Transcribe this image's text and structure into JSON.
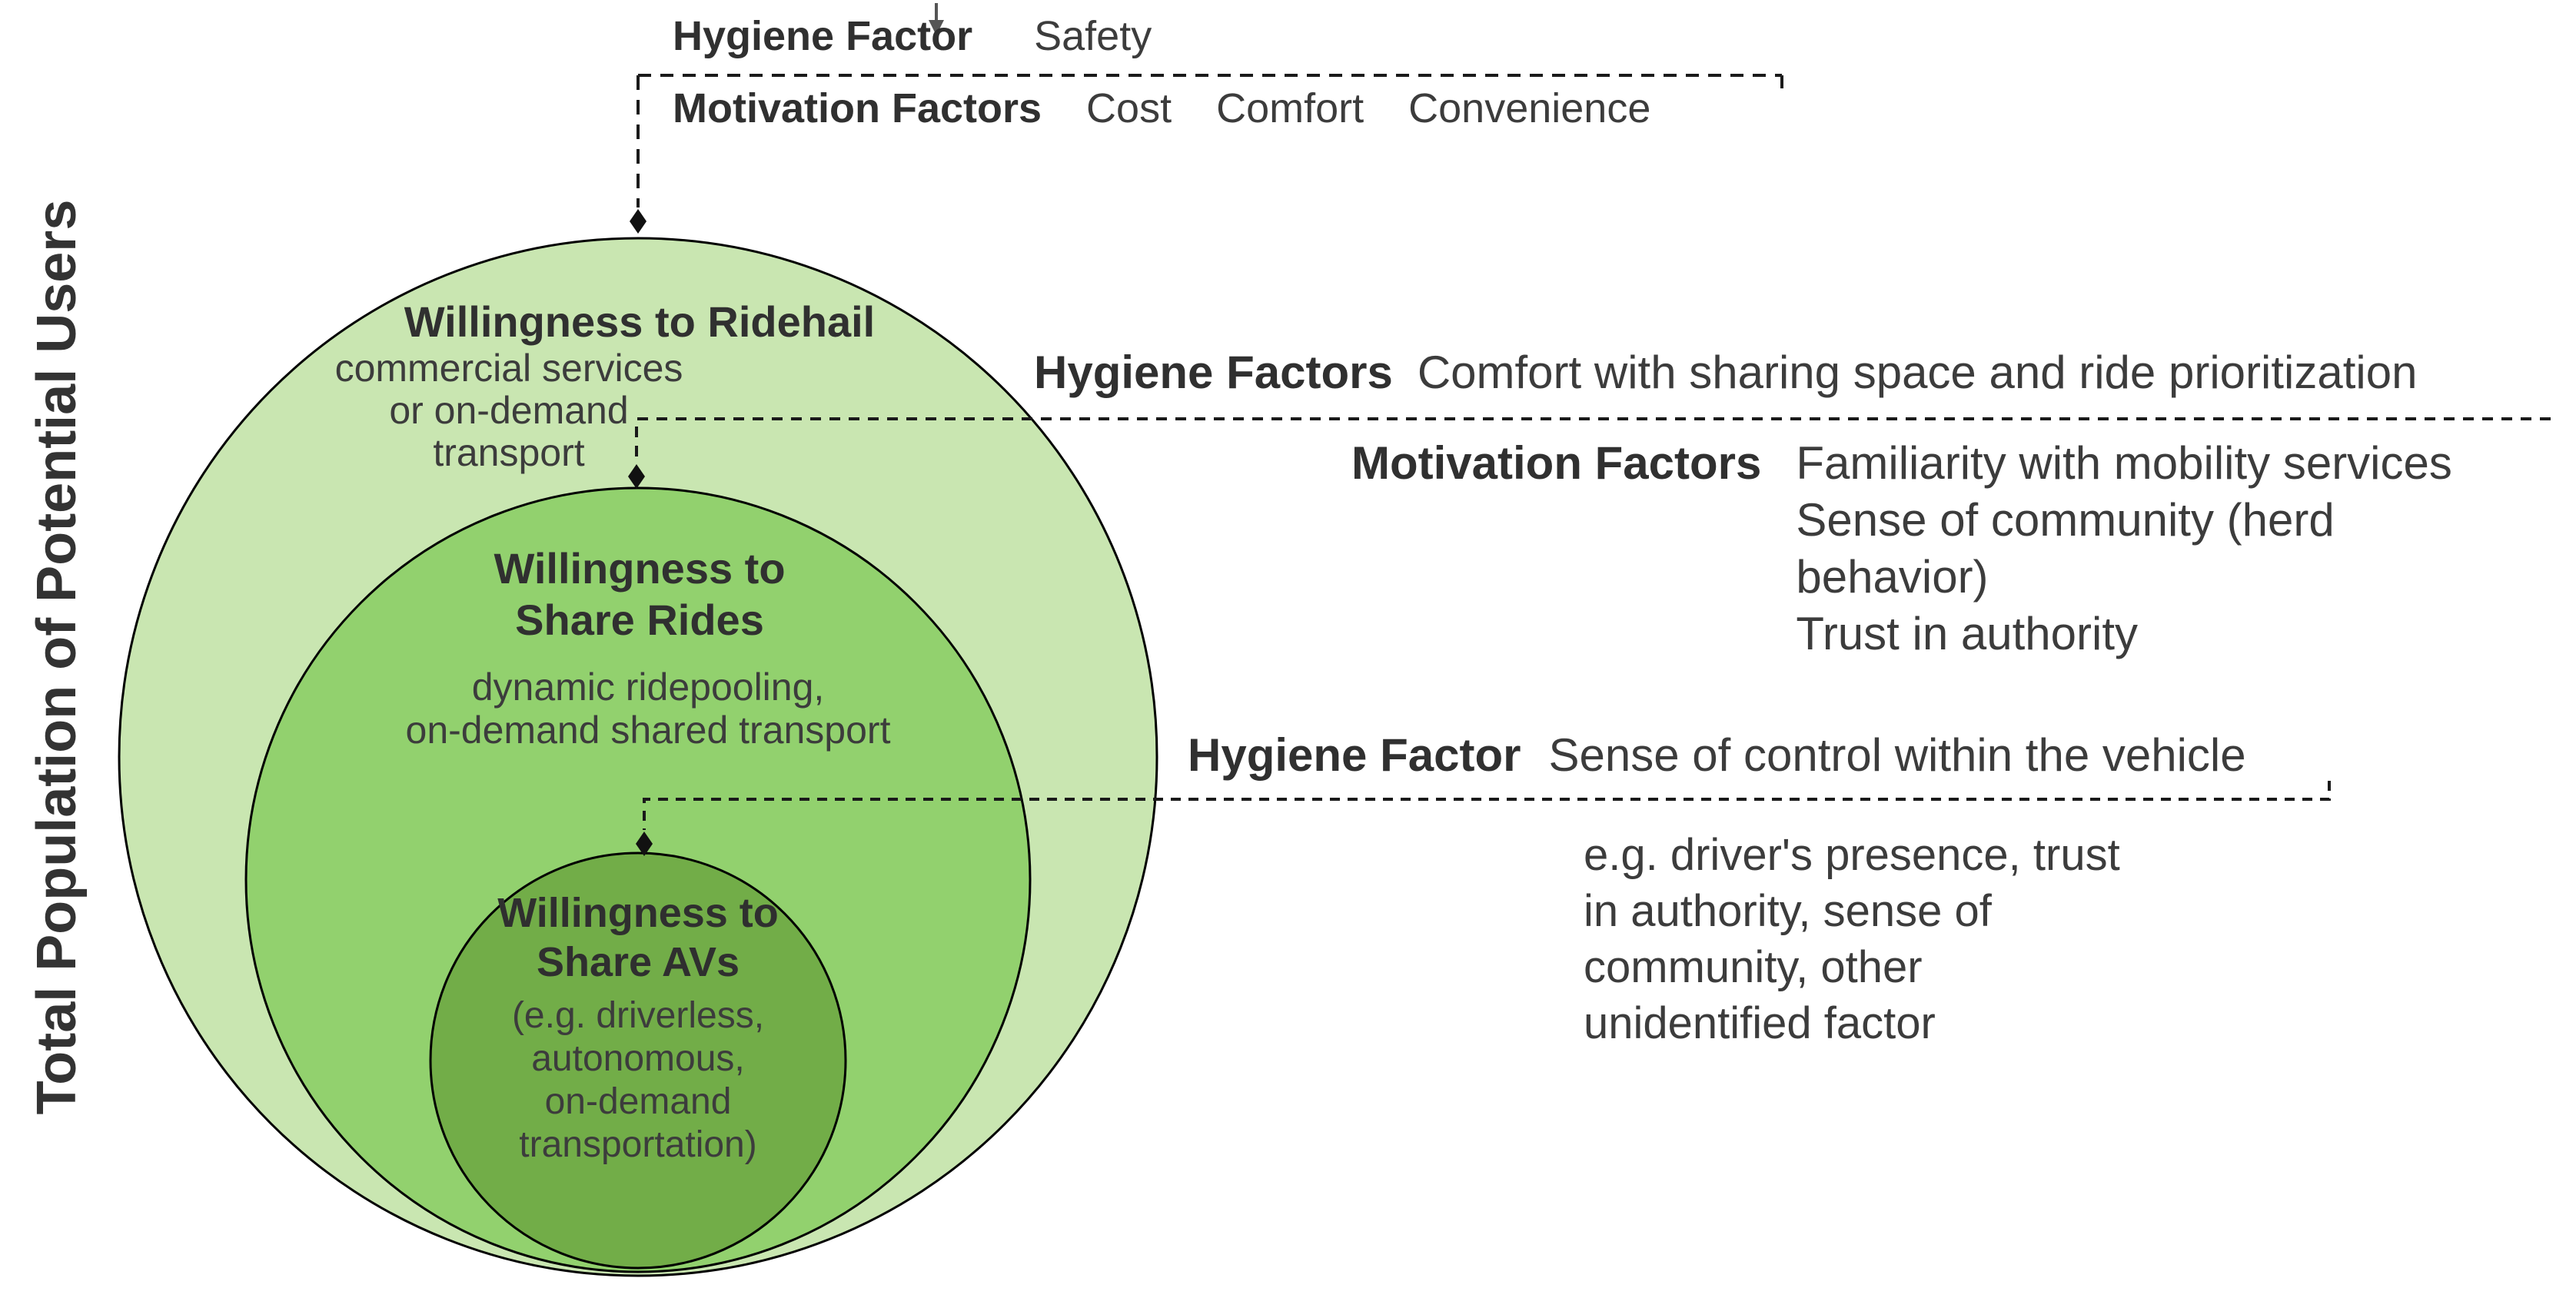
{
  "axis_label": "Total Population of Potential Users",
  "colors": {
    "outer_circle": "#c9e6b1",
    "middle_circle": "#92d16e",
    "inner_circle": "#72ad48",
    "circle_stroke": "#000000",
    "connector": "#1a1a1a",
    "text_bold": "#303030",
    "text_regular": "#3c3c3c"
  },
  "top": {
    "hygiene_label": "Hygiene Factor",
    "hygiene_value": "Safety",
    "motivation_label": "Motivation Factors",
    "motivation_values": [
      "Cost",
      "Comfort",
      "Convenience"
    ]
  },
  "circles": {
    "ridehail": {
      "title": "Willingness to Ridehail",
      "lines": [
        "commercial services",
        "or on-demand",
        "transport"
      ]
    },
    "share_rides": {
      "title_lines": [
        "Willingness to",
        "Share Rides"
      ],
      "lines": [
        "dynamic ridepooling,",
        "on-demand shared transport"
      ]
    },
    "share_avs": {
      "title_lines": [
        "Willingness to",
        "Share AVs"
      ],
      "lines": [
        "(e.g. driverless,",
        "autonomous,",
        "on-demand",
        "transportation)"
      ]
    }
  },
  "ann_share_rides": {
    "hygiene_label": "Hygiene Factors",
    "hygiene_value": "Comfort with sharing space and ride prioritization",
    "motivation_label": "Motivation Factors",
    "motivation_lines": [
      "Familiarity with mobility services",
      "Sense of community (herd",
      "behavior)",
      "Trust in authority"
    ]
  },
  "ann_share_avs": {
    "hygiene_label": "Hygiene Factor",
    "hygiene_value": "Sense of control within the vehicle",
    "example_lines": [
      "e.g. driver's presence, trust",
      "in authority, sense of",
      "community, other",
      "unidentified factor"
    ]
  }
}
